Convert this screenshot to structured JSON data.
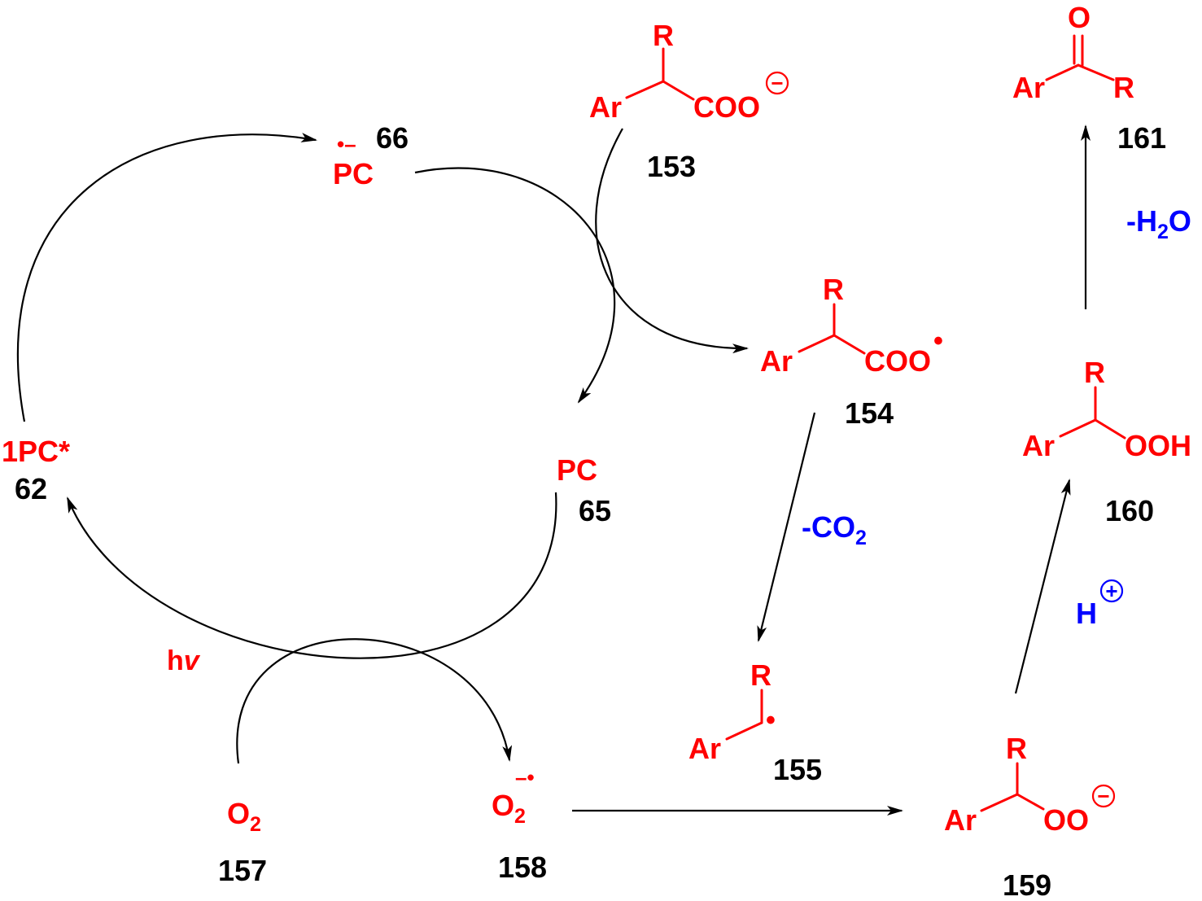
{
  "colors": {
    "species": "#ff0000",
    "compound_number": "#000000",
    "reagent": "#0000ff",
    "arrow": "#000000"
  },
  "catalytic_cycle": {
    "pc_radical_anion": {
      "label": "PC",
      "charge": "•–",
      "number": "66"
    },
    "pc_ground": {
      "label": "PC",
      "number": "65"
    },
    "pc_excited": {
      "label": "1PC*",
      "number": "62"
    },
    "light": {
      "h": "h",
      "nu": "v"
    }
  },
  "oxygen": {
    "o2": {
      "symbol": "O",
      "subscript": "2",
      "number": "157"
    },
    "superoxide": {
      "symbol": "O",
      "subscript": "2",
      "charge": "–•",
      "number": "158"
    }
  },
  "compounds": {
    "c153": {
      "ar": "Ar",
      "r": "R",
      "group": "COO",
      "charge": "−",
      "number": "153"
    },
    "c154": {
      "ar": "Ar",
      "r": "R",
      "group": "COO",
      "radical": "•",
      "number": "154"
    },
    "c155": {
      "ar": "Ar",
      "r": "R",
      "radical": "•",
      "number": "155"
    },
    "c159": {
      "ar": "Ar",
      "r": "R",
      "group": "OO",
      "charge": "−",
      "number": "159"
    },
    "c160": {
      "ar": "Ar",
      "r": "R",
      "group": "OOH",
      "number": "160"
    },
    "c161": {
      "ar": "Ar",
      "r": "R",
      "o": "O",
      "number": "161"
    }
  },
  "reagents": {
    "minus_co2": {
      "text": "-CO",
      "subscript": "2"
    },
    "proton": {
      "symbol": "H",
      "charge": "+"
    },
    "minus_h2o": {
      "prefix": "-H",
      "subscript": "2",
      "suffix": "O"
    }
  }
}
